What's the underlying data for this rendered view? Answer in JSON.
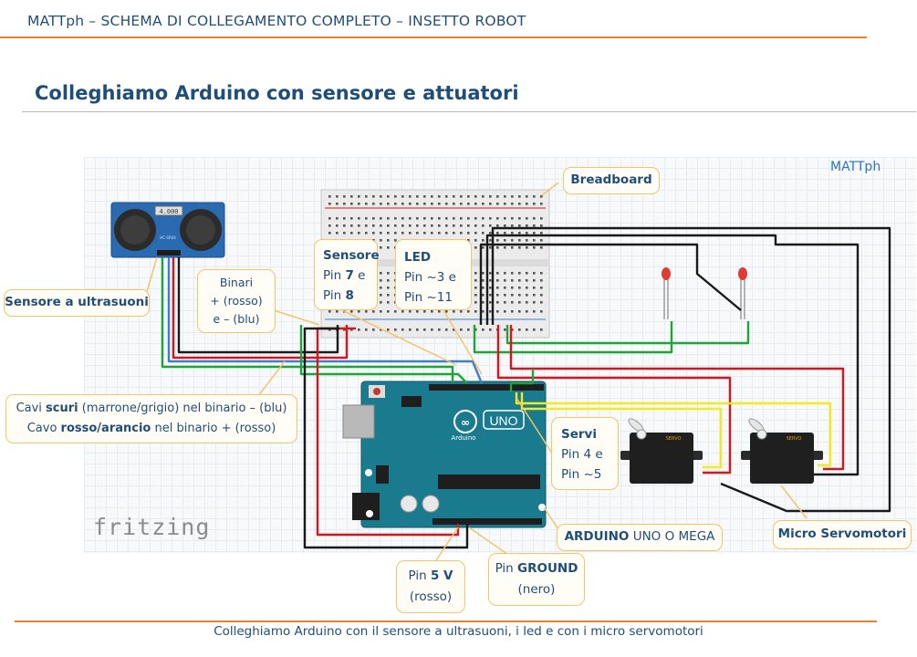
{
  "header": {
    "title": "MATTph – SCHEMA DI COLLEGAMENTO COMPLETO – INSETTO ROBOT"
  },
  "page_title": "Colleghiamo Arduino con sensore e attuatori",
  "watermark": "MATTph",
  "fritzing_logo": "fritzing",
  "components": {
    "sensor_display": "4.000",
    "sensor_model": "HC-SR04",
    "arduino_logo": "UNO",
    "arduino_brand": "Arduino",
    "servo_label": "SERVO"
  },
  "callouts": {
    "breadboard": "Breadboard",
    "sensore_ultrasuoni": "Sensore a ultrasuoni",
    "binari": {
      "l1": "Binari",
      "l2": "+ (rosso)",
      "l3": "e – (blu)"
    },
    "sensore_pin": {
      "title": "Sensore",
      "l2_pre": "Pin ",
      "l2_bold": "7",
      "l2_post": " e",
      "l3_pre": "Pin ",
      "l3_bold": "8"
    },
    "led": {
      "title": "LED",
      "l2": "Pin ~3 e",
      "l3": "Pin ~11"
    },
    "cavi": {
      "l1_pre": "Cavi ",
      "l1_bold": "scuri",
      "l1_post": " (marrone/grigio) nel binario – (blu)",
      "l2_pre": "Cavo ",
      "l2_bold": "rosso/arancio",
      "l2_post": " nel binario + (rosso)"
    },
    "servi": {
      "title": "Servi",
      "l2": "Pin 4 e",
      "l3": "Pin ~5"
    },
    "arduino": {
      "bold": "ARDUINO",
      "rest": " UNO O MEGA"
    },
    "micro_servo": "Micro Servomotori",
    "pin5v": {
      "pre": "Pin ",
      "bold": "5 V",
      "l2": "(rosso)"
    },
    "pinground": {
      "pre": "Pin ",
      "bold": "GROUND",
      "l2": "(nero)"
    }
  },
  "footer": "Colleghiamo Arduino con il sensore a ultrasuoni, i led e con i micro servomotori",
  "colors": {
    "accent_orange": "#e9822e",
    "text_blue": "#1f4e79",
    "callout_border": "#f2c56b",
    "arduino_teal": "#1b7b8e",
    "wire_red": "#d6161c",
    "wire_green": "#1fa43a",
    "wire_blue": "#3c7fd0",
    "wire_black": "#1a1a1a",
    "wire_yellow": "#f5ea1f"
  }
}
